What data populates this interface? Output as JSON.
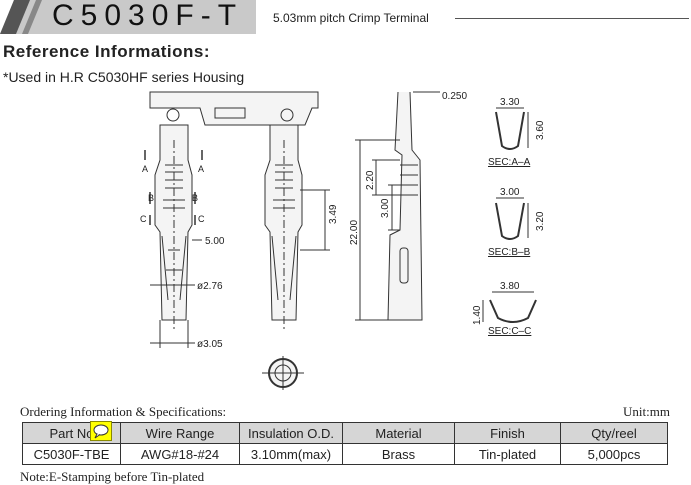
{
  "header": {
    "part_number": "C5030F-T",
    "subtitle": "5.03mm pitch Crimp Terminal"
  },
  "reference": {
    "heading": "Reference Informations:",
    "note": "*Used in H.R C5030HF series Housing"
  },
  "drawing": {
    "dim_thickness": "0.250",
    "dim_width_top": "5.00",
    "dim_dia_insul": "ø2.76",
    "dim_dia_base": "ø3.05",
    "dim_side_349": "3.49",
    "dim_len_2200": "22.00",
    "dim_len_220": "2.20",
    "dim_len_300": "3.00",
    "sec_a_w": "3.30",
    "sec_a_h": "3.60",
    "sec_a_label": "SEC:A–A",
    "sec_b_w": "3.00",
    "sec_b_h": "3.20",
    "sec_b_label": "SEC:B–B",
    "sec_c_w": "3.80",
    "sec_c_h": "1.40",
    "sec_c_label": "SEC:C–C",
    "mark_a": "A",
    "mark_b": "B",
    "mark_c": "C"
  },
  "ordering": {
    "label": "Ordering Information & Specifications:",
    "unit": "Unit:mm",
    "columns": [
      "Part No",
      "Wire Range",
      "Insulation O.D.",
      "Material",
      "Finish",
      "Qty/reel"
    ],
    "rows": [
      [
        "C5030F-TBE",
        "AWG#18-#24",
        "3.10mm(max)",
        "Brass",
        "Tin-plated",
        "5,000pcs"
      ]
    ],
    "note": "Note:E-Stamping before Tin-plated"
  }
}
